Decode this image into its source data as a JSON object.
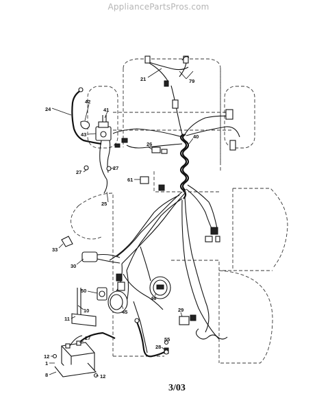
{
  "watermark": "AppliancePartsPros.com",
  "page_code": "3/03",
  "callouts": [
    {
      "id": "c21",
      "text": "21"
    },
    {
      "id": "c79",
      "text": "79"
    },
    {
      "id": "c24",
      "text": "24"
    },
    {
      "id": "c42",
      "text": "42"
    },
    {
      "id": "c41",
      "text": "41"
    },
    {
      "id": "c43",
      "text": "43"
    },
    {
      "id": "c27a",
      "text": "27"
    },
    {
      "id": "c27b",
      "text": "27"
    },
    {
      "id": "c26",
      "text": "26"
    },
    {
      "id": "c40",
      "text": "40"
    },
    {
      "id": "c61",
      "text": "61"
    },
    {
      "id": "c25",
      "text": "25"
    },
    {
      "id": "c33",
      "text": "33"
    },
    {
      "id": "c30",
      "text": "30"
    },
    {
      "id": "c50",
      "text": "50"
    },
    {
      "id": "c10",
      "text": "10"
    },
    {
      "id": "c45",
      "text": "45"
    },
    {
      "id": "c46",
      "text": "46"
    },
    {
      "id": "c29",
      "text": "29"
    },
    {
      "id": "c11",
      "text": "11"
    },
    {
      "id": "c27c",
      "text": "27"
    },
    {
      "id": "c55",
      "text": "55"
    },
    {
      "id": "c28",
      "text": "28"
    },
    {
      "id": "c12a",
      "text": "12"
    },
    {
      "id": "c1",
      "text": "1"
    },
    {
      "id": "c8",
      "text": "8"
    },
    {
      "id": "c12b",
      "text": "12"
    }
  ]
}
